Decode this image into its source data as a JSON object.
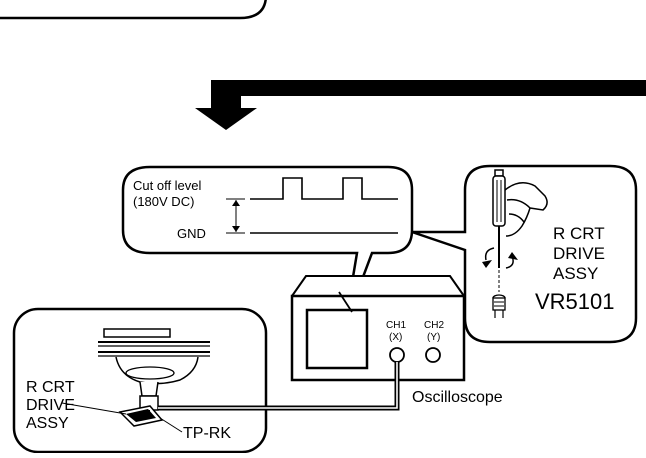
{
  "waveform": {
    "cutoff_line1": "Cut off level",
    "cutoff_line2": "(180V DC)",
    "gnd": "GND"
  },
  "adjust": {
    "line1": "R CRT",
    "line2": "DRIVE",
    "line3": "ASSY",
    "control": "VR5101"
  },
  "scope": {
    "ch1_line1": "CH1",
    "ch1_line2": "(X)",
    "ch2_line1": "CH2",
    "ch2_line2": "(Y)",
    "label": "Oscilloscope"
  },
  "board": {
    "line1": "R CRT",
    "line2": "DRIVE",
    "line3": "ASSY",
    "tp": "TP-RK"
  }
}
